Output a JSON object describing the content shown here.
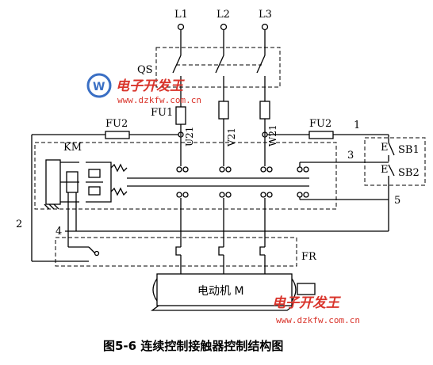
{
  "labels": {
    "l1": "L1",
    "l2": "L2",
    "l3": "L3",
    "qs": "QS",
    "fu1": "FU1",
    "fu2_left": "FU2",
    "fu2_right": "FU2",
    "u21": "U21",
    "v21": "V21",
    "w21": "W21",
    "km": "KM",
    "sb1": "SB1",
    "sb2": "SB2",
    "n1": "1",
    "n2": "2",
    "n3": "3",
    "n4": "4",
    "n5": "5",
    "fr": "FR",
    "motor": "电动机 M"
  },
  "caption": "图5-6  连续控制接触器控制结构图",
  "watermark": {
    "title": "电子开发王",
    "url": "www.dzkfw.com.cn"
  },
  "colors": {
    "line": "#000000",
    "watermark": "#d9342b",
    "logo_blue": "#3a6fc4"
  }
}
